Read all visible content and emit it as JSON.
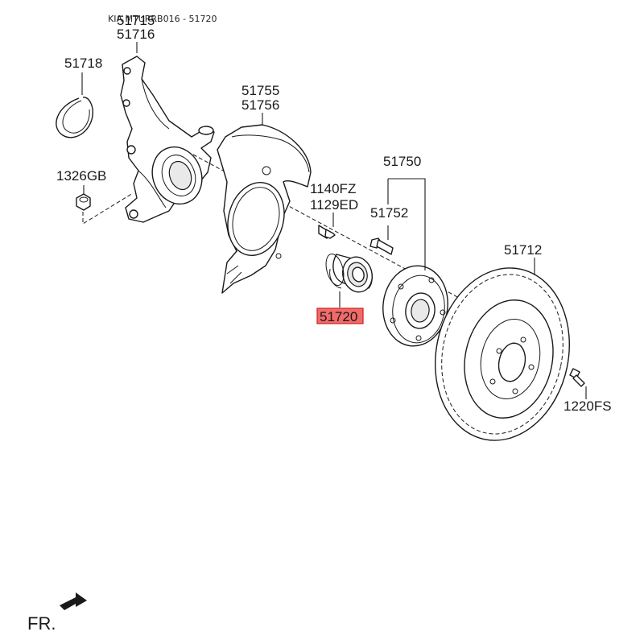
{
  "header": {
    "reference": "KIA MTURRB016 - 51720"
  },
  "callouts": {
    "knuckle_a": "51715",
    "knuckle_b": "51716",
    "snap_ring": "51718",
    "nut": "1326GB",
    "dust_cover_a": "51755",
    "dust_cover_b": "51756",
    "bolt_a": "1140FZ",
    "bolt_b": "1129ED",
    "hub_assy": "51750",
    "hub_bolt": "51752",
    "bearing": "51720",
    "disc": "51712",
    "disc_screw": "1220FS"
  },
  "highlight": {
    "part": "51720",
    "fill": "#f26a6a",
    "stroke": "#cc2222"
  },
  "orientation": {
    "label": "FR."
  }
}
